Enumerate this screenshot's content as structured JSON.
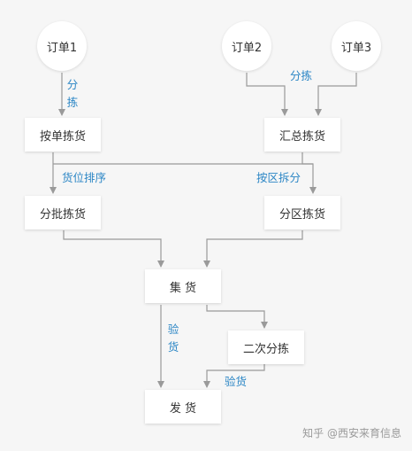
{
  "nodes": {
    "order1": "订单1",
    "order2": "订单2",
    "order3": "订单3",
    "pick_by_order": "按单拣货",
    "summary_pick": "汇总拣货",
    "batch_pick": "分批拣货",
    "zone_pick": "分区拣货",
    "collect": "集 货",
    "second_sort": "二次分拣",
    "ship": "发 货"
  },
  "labels": {
    "sort_vertical": "分拣",
    "sort_horizontal": "分拣",
    "slot_sorting": "货位排序",
    "zone_split": "按区拆分",
    "inspect_vertical": "验货",
    "inspect_horizontal": "验货"
  },
  "watermark": "知乎 @西安来育信息",
  "colors": {
    "line": "#9a9a9a",
    "label": "#2b86c5",
    "background": "#f6f6f6"
  }
}
